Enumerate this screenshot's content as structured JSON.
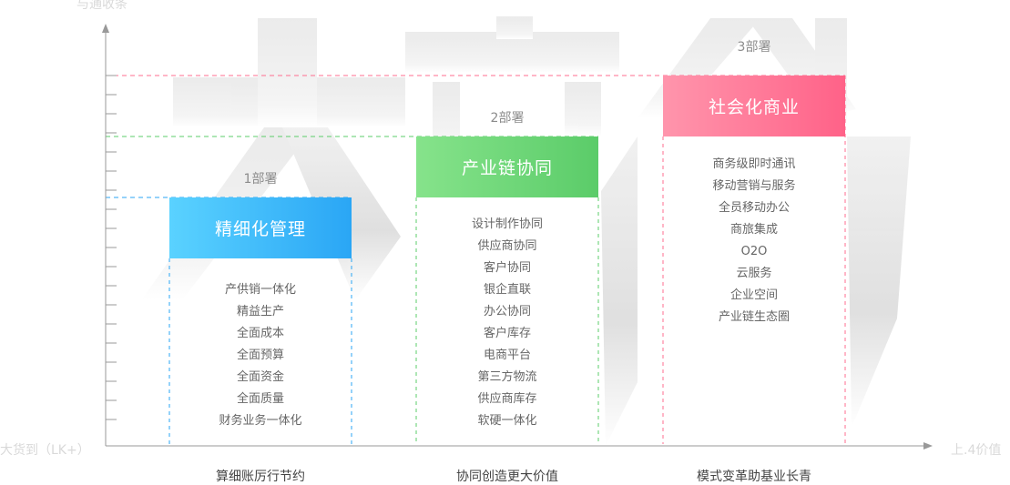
{
  "axes": {
    "y_label": "与通收条",
    "x_left_label": "大货到（LK+）",
    "x_right_label": "上.4价值"
  },
  "watermark": {
    "text": "大商创"
  },
  "phases": [
    {
      "title": "精细化管理",
      "dept": "1部署",
      "color": "#2aa6f5",
      "features": [
        "产供销一体化",
        "精益生产",
        "全面成本",
        "全面预算",
        "全面资金",
        "全面质量",
        "财务业务一体化"
      ],
      "caption": "算细账厉行节约"
    },
    {
      "title": "产业链协同",
      "dept": "2部署",
      "color": "#5bcc69",
      "features": [
        "设计制作协同",
        "供应商协同",
        "客户协同",
        "银企直联",
        "办公协同",
        "客户库存",
        "电商平台",
        "第三方物流",
        "供应商库存",
        "软硬一体化"
      ],
      "caption": "协同创造更大价值"
    },
    {
      "title": "社会化商业",
      "dept": "3部署",
      "color": "#ff6288",
      "features": [
        "商务级即时通讯",
        "移动营销与服务",
        "全员移动办公",
        "商旅集成",
        "O2O",
        "云服务",
        "企业空间",
        "产业链生态圈"
      ],
      "caption": "模式变革助基业长青"
    }
  ]
}
